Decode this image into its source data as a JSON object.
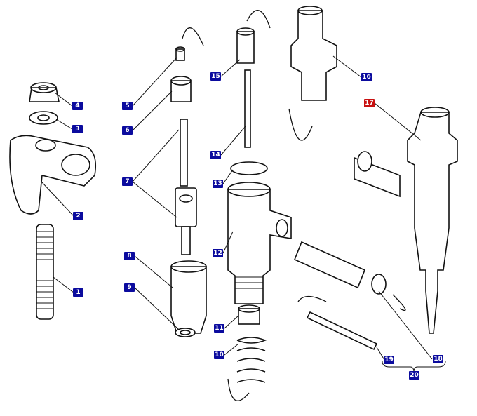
{
  "diagram": {
    "type": "exploded parts diagram",
    "colors": {
      "callout": "#0b0b9e",
      "callout_highlight": "#c81010",
      "line": "#111111"
    },
    "callouts": [
      {
        "number": "1"
      },
      {
        "number": "2"
      },
      {
        "number": "3"
      },
      {
        "number": "4"
      },
      {
        "number": "5"
      },
      {
        "number": "6"
      },
      {
        "number": "7"
      },
      {
        "number": "8"
      },
      {
        "number": "9"
      },
      {
        "number": "10"
      },
      {
        "number": "11"
      },
      {
        "number": "12"
      },
      {
        "number": "13"
      },
      {
        "number": "14"
      },
      {
        "number": "15"
      },
      {
        "number": "16"
      },
      {
        "number": "17",
        "highlighted": true
      },
      {
        "number": "18"
      },
      {
        "number": "19"
      },
      {
        "number": "20"
      }
    ]
  }
}
